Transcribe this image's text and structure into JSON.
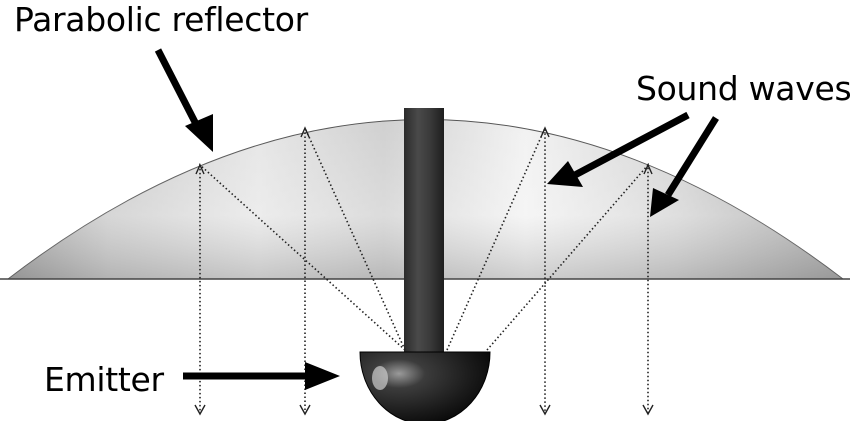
{
  "labels": {
    "reflector": "Parabolic reflector",
    "sound_waves": "Sound waves",
    "emitter": "Emitter"
  }
}
